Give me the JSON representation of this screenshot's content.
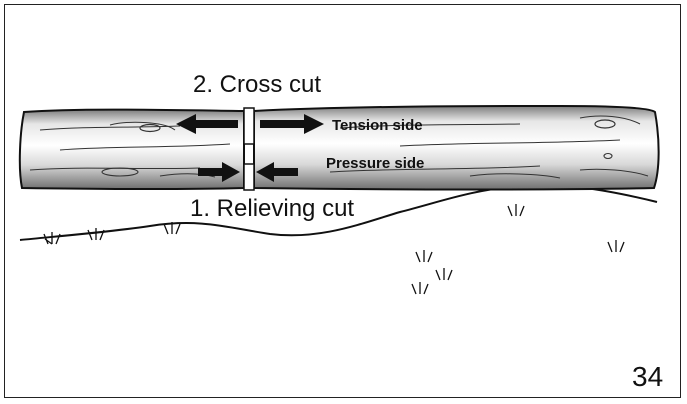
{
  "labels": {
    "cross_cut": "2. Cross cut",
    "tension_side": "Tension side",
    "pressure_side": "Pressure side",
    "relieving_cut": "1. Relieving cut"
  },
  "figure_number": "34",
  "colors": {
    "ink": "#111111",
    "log_dark": "#8a8a8a",
    "log_light": "#f4f4f4"
  }
}
